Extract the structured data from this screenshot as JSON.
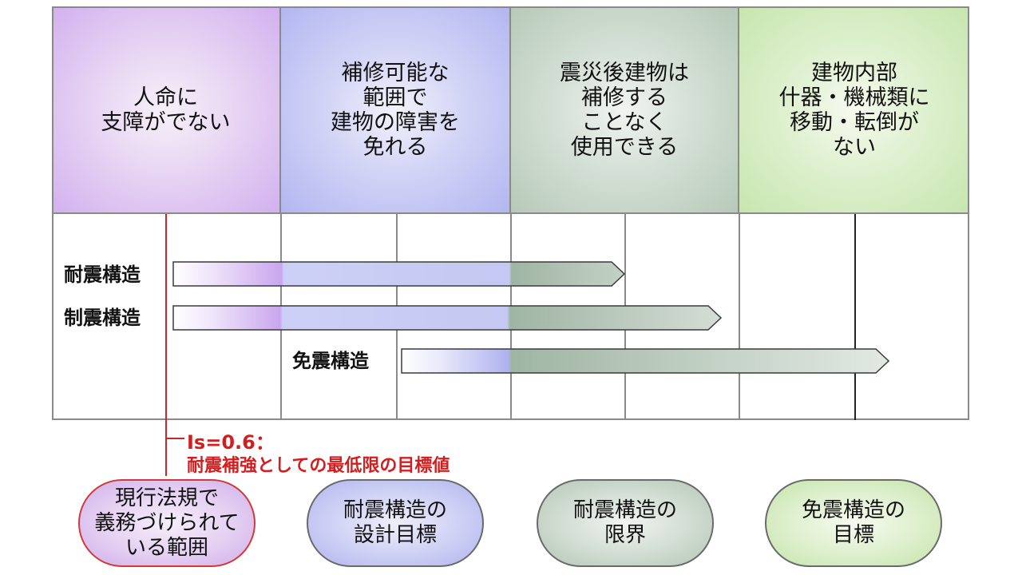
{
  "header_cells": [
    {
      "text": "人命に\n支障がでない"
    },
    {
      "text": "補修可能な\n範囲で\n建物の障害を\n免れる"
    },
    {
      "text": "震災後建物は\n補修する\nことなく\n使用できる"
    },
    {
      "text": "建物内部\n什器・機械類に\n移動・転倒が\nない"
    }
  ],
  "rows": [
    {
      "label": "耐震構造"
    },
    {
      "label": "制震構造"
    },
    {
      "label": "免震構造"
    }
  ],
  "marker": {
    "line1": "Is=0.6：",
    "line2": "耐震補強としての最低限の目標値",
    "color": "#c8282a"
  },
  "bubbles": [
    {
      "text": "現行法規で\n義務づけられて\nいる範囲"
    },
    {
      "text": "耐震構造の\n設計目標"
    },
    {
      "text": "耐震構造の\n限界"
    },
    {
      "text": "免震構造の\n目標"
    }
  ],
  "colors": {
    "purple": "#c9a6ee",
    "blue": "#b4b8f0",
    "gray_green": "#9fb5a3",
    "green": "#c6e6ae"
  }
}
